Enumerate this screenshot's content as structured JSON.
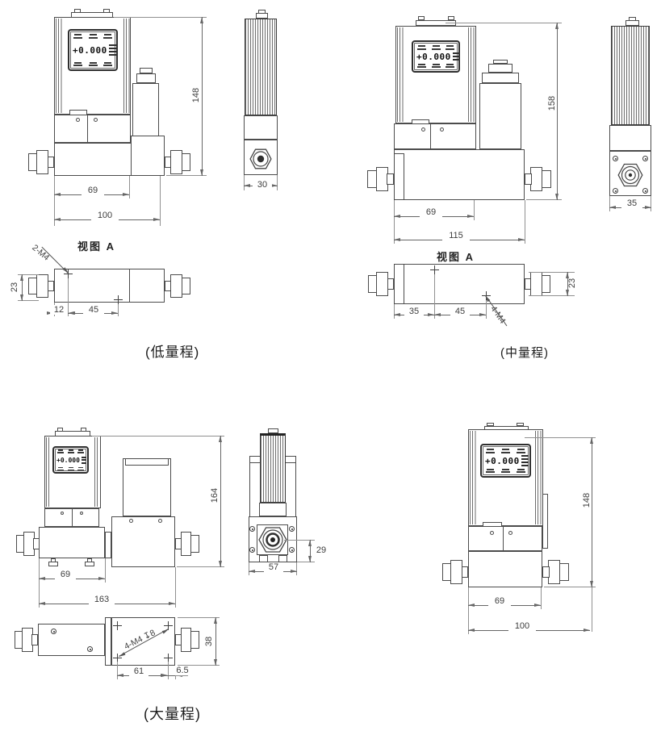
{
  "drawing": {
    "display_value": "+0.000",
    "low": {
      "range_label": "(低量程)",
      "view_title": "视图 A",
      "front": {
        "height": "148",
        "body_width": "69",
        "total_width": "100"
      },
      "side": {
        "width": "30"
      },
      "top": {
        "body_depth": "23",
        "hole_offset": "12",
        "hole_pitch": "45",
        "thread_label": "2-M4"
      }
    },
    "mid": {
      "range_label": "(中量程)",
      "view_title": "视图 A",
      "front": {
        "height": "158",
        "body_width": "69",
        "total_width": "115"
      },
      "side": {
        "width": "35"
      },
      "top": {
        "body_depth": "23",
        "hole_offset": "35",
        "hole_pitch": "45",
        "thread_label": "4-M4"
      }
    },
    "high": {
      "range_label": "(大量程)",
      "front": {
        "height": "164",
        "body_width": "69",
        "total_width": "163"
      },
      "side": {
        "port_height": "29",
        "width": "57"
      },
      "bottom": {
        "depth": "38",
        "hole_pitch": "61",
        "edge_offset": "6.5",
        "thread_label": "4-M4 ↧8"
      }
    },
    "meter": {
      "front": {
        "height": "148",
        "body_width": "69",
        "total_width": "100"
      }
    }
  }
}
